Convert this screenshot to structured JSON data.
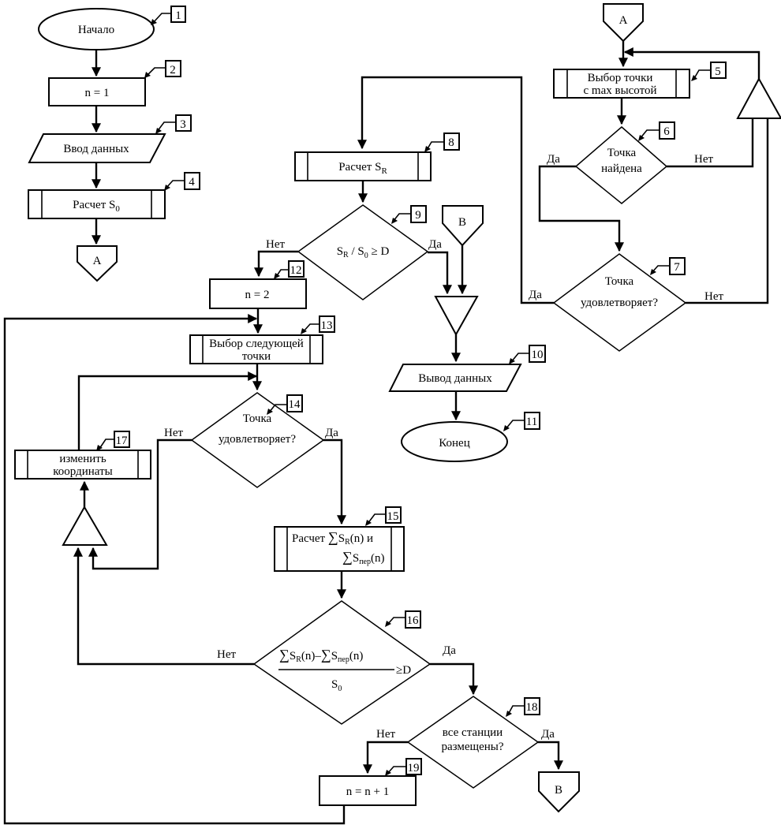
{
  "diagram": {
    "type": "flowchart",
    "language": "ru",
    "blocks": {
      "b1": {
        "num": "1",
        "shape": "terminator",
        "lines": [
          "Начало"
        ]
      },
      "b2": {
        "num": "2",
        "shape": "process",
        "lines": [
          "n = 1"
        ]
      },
      "b3": {
        "num": "3",
        "shape": "io",
        "lines": [
          "Ввод данных"
        ]
      },
      "b4": {
        "num": "4",
        "shape": "predefined-process",
        "text": "Расчет S",
        "sub": "0"
      },
      "b5": {
        "num": "5",
        "shape": "predefined-process",
        "lines": [
          "Выбор точки",
          "с max  высотой"
        ]
      },
      "b6": {
        "num": "6",
        "shape": "decision",
        "lines": [
          "Точка",
          "найдена"
        ]
      },
      "b7": {
        "num": "7",
        "shape": "decision",
        "lines": [
          "Точка",
          "удовлетворяет?"
        ]
      },
      "b8": {
        "num": "8",
        "shape": "predefined-process",
        "text": "Расчет S",
        "sub": "R"
      },
      "b9": {
        "num": "9",
        "shape": "decision",
        "formula": {
          "a": "S",
          "a_sub": "R",
          "sep": " / ",
          "b": "S",
          "b_sub": "0",
          "rel": " ≥ D"
        }
      },
      "b10": {
        "num": "10",
        "shape": "io",
        "lines": [
          "Вывод данных"
        ]
      },
      "b11": {
        "num": "11",
        "shape": "terminator",
        "lines": [
          "Конец"
        ]
      },
      "b12": {
        "num": "12",
        "shape": "process",
        "lines": [
          "n = 2"
        ]
      },
      "b13": {
        "num": "13",
        "shape": "predefined-process",
        "lines": [
          "Выбор следующей",
          "точки"
        ]
      },
      "b14": {
        "num": "14",
        "shape": "decision",
        "lines": [
          "Точка",
          "удовлетворяет?"
        ]
      },
      "b15": {
        "num": "15",
        "shape": "predefined-process",
        "line1_prefix": "Расчет ",
        "sigma": "∑",
        "s": "S",
        "sub_r": "R",
        "arg": "(n)",
        "and": " и",
        "sub_per": "пер"
      },
      "b16": {
        "num": "16",
        "shape": "decision",
        "numerator": {
          "sigma": "∑",
          "s": "S",
          "sub_r": "R",
          "arg": "(n)",
          "minus": "–",
          "sub_per": "пер"
        },
        "denominator": {
          "s": "S",
          "sub": "0"
        },
        "rel": "≥D"
      },
      "b17": {
        "num": "17",
        "shape": "predefined-process",
        "lines": [
          "изменить",
          "координаты"
        ]
      },
      "b18": {
        "num": "18",
        "shape": "decision",
        "lines": [
          "все станции",
          "размещены?"
        ]
      },
      "b19": {
        "num": "19",
        "shape": "process",
        "lines": [
          "n = n + 1"
        ]
      }
    },
    "connectors": {
      "A_out": "A",
      "A_in": "A",
      "B_in": "B",
      "B_out": "B"
    },
    "labels": {
      "yes": "Да",
      "no": "Нет",
      "yes_alt": "Дa"
    }
  }
}
